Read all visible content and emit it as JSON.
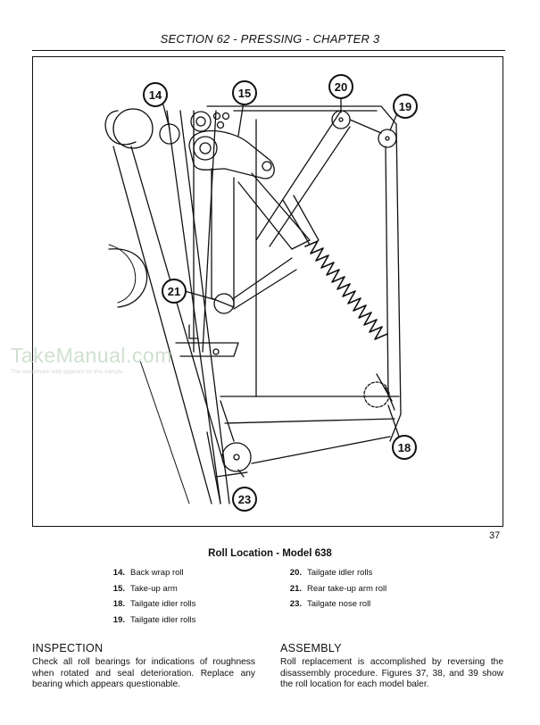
{
  "header": {
    "title": "SECTION 62 - PRESSING - CHAPTER 3"
  },
  "figure": {
    "number": "37",
    "caption": "Roll Location - Model 638",
    "callouts": [
      "14",
      "15",
      "20",
      "19",
      "21",
      "18",
      "23"
    ]
  },
  "legend": {
    "left": [
      {
        "num": "14.",
        "label": "Back wrap roll"
      },
      {
        "num": "15.",
        "label": "Take-up arm"
      },
      {
        "num": "18.",
        "label": "Tailgate idler rolls"
      },
      {
        "num": "19.",
        "label": "Tailgate idler rolls"
      }
    ],
    "right": [
      {
        "num": "20.",
        "label": "Tailgate idler rolls"
      },
      {
        "num": "21.",
        "label": "Rear take-up arm roll"
      },
      {
        "num": "23.",
        "label": "Tailgate nose roll"
      }
    ]
  },
  "inspection": {
    "title": "INSPECTION",
    "body": "Check all roll bearings for indications of roughness when rotated and seal deterioration. Replace any bearing which appears questionable."
  },
  "assembly": {
    "title": "ASSEMBLY",
    "body": "Roll replacement is accomplished by reversing the disassembly procedure. Figures 37, 38, and 39 show the roll location for each model baler."
  },
  "watermark": {
    "title": "TakeManual.com",
    "subtitle": "The watermark only appears on this sample"
  }
}
